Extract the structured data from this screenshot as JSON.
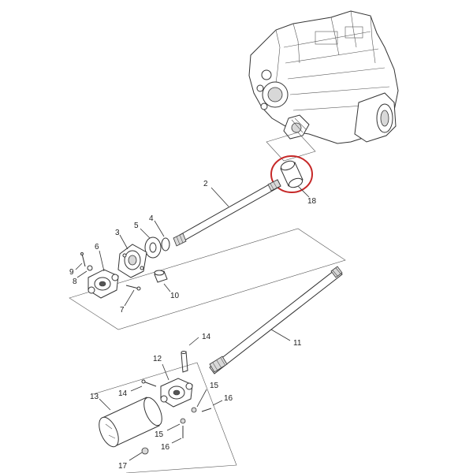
{
  "highlight_color": "#c62828",
  "callouts": {
    "c2": "2",
    "c3": "3",
    "c4": "4",
    "c5": "5",
    "c6": "6",
    "c7": "7",
    "c8": "8",
    "c9": "9",
    "c10": "10",
    "c11": "11",
    "c12": "12",
    "c13": "13",
    "c14a": "14",
    "c14b": "14",
    "c15a": "15",
    "c15b": "15",
    "c16a": "16",
    "c16b": "16",
    "c17": "17",
    "c18": "18"
  }
}
